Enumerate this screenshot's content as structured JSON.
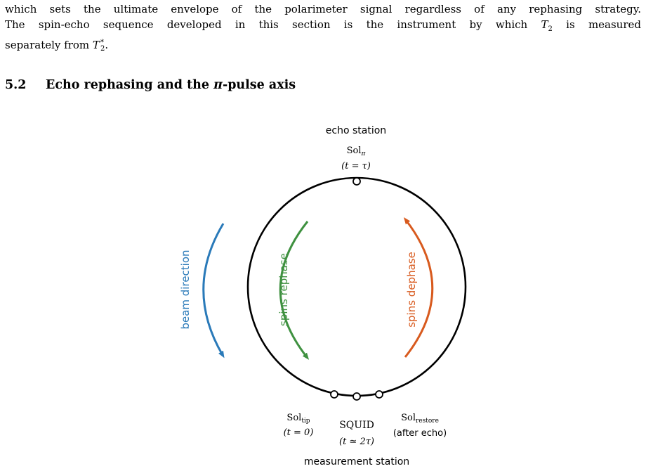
{
  "paragraph": {
    "line1": "which sets the ultimate envelope of the polarimeter signal regardless of any rephasing strategy.",
    "line2_a": "The spin-echo sequence developed in this section is the instrument by which ",
    "line2_b": " is measured",
    "line3_a": "separately from ",
    "line3_b": ".",
    "t2": "T",
    "t2_sub": "2",
    "t2star": "T",
    "t2star_sub": "2",
    "t2star_sup": "*"
  },
  "section": {
    "number": "5.2",
    "title_a": "Echo rephasing and the ",
    "title_pi": "π",
    "title_b": "-pulse axis"
  },
  "figure": {
    "top_station": "echo station",
    "bottom_station": "measurement station",
    "sol_pi": "Sol",
    "sol_pi_sub": "π",
    "sol_pi_time": "(t = τ)",
    "sol_tip": "Sol",
    "sol_tip_sub": "tip",
    "sol_tip_time": "(t = 0)",
    "squid": "SQUID",
    "squid_time": "(t ≃ 2τ)",
    "sol_restore": "Sol",
    "sol_restore_sub": "restore",
    "sol_restore_note": "(after echo)",
    "beam_label": "beam direction",
    "rephase_label": "spins rephase",
    "dephase_label": "spins dephase",
    "colors": {
      "beam": "#2a7ab9",
      "rephase": "#3f9140",
      "dephase": "#d85a1e",
      "ring": "#000000"
    }
  }
}
